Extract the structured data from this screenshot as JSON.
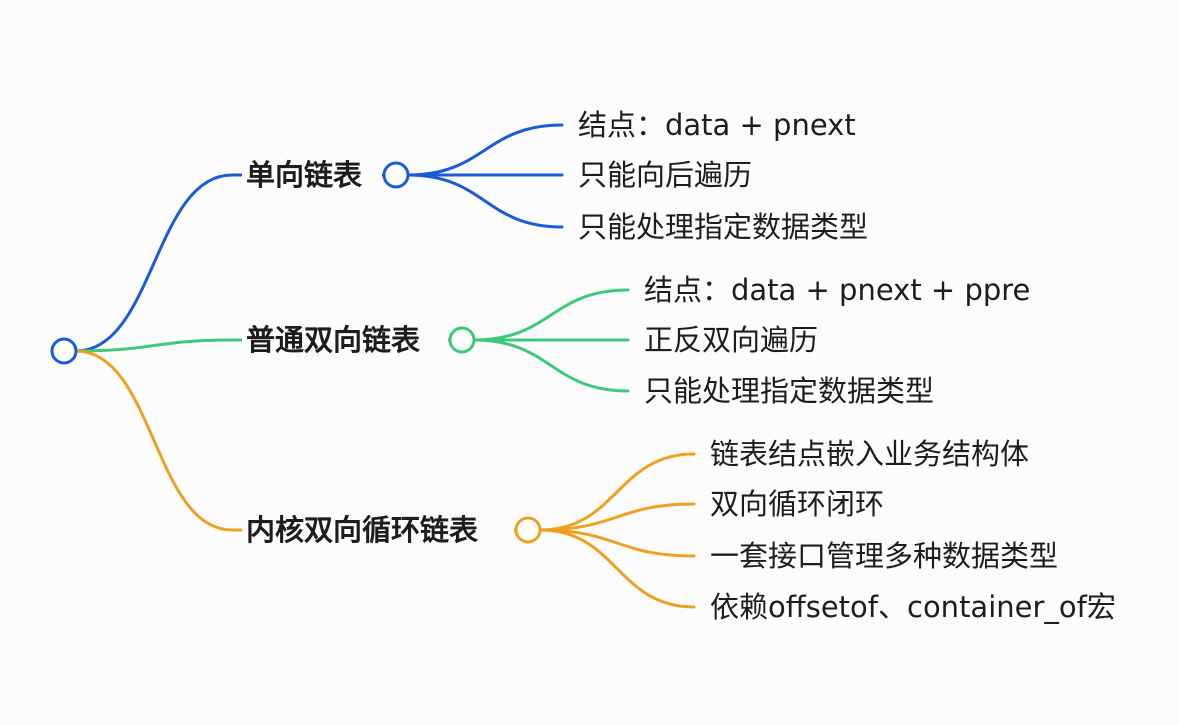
{
  "mindmap": {
    "root": {
      "color": "#1a5bd8"
    },
    "branches": [
      {
        "label": "单向链表",
        "color": "#1a5bd8",
        "children": [
          "结点：data + pnext",
          "只能向后遍历",
          "只能处理指定数据类型"
        ]
      },
      {
        "label": "普通双向链表",
        "color": "#3ec97a",
        "children": [
          "结点：data + pnext + ppre",
          "正反双向遍历",
          "只能处理指定数据类型"
        ]
      },
      {
        "label": "内核双向循环链表",
        "color": "#f0a020",
        "children": [
          "链表结点嵌入业务结构体",
          "双向循环闭环",
          "一套接口管理多种数据类型",
          "依赖offsetof、container_of宏"
        ]
      }
    ]
  }
}
